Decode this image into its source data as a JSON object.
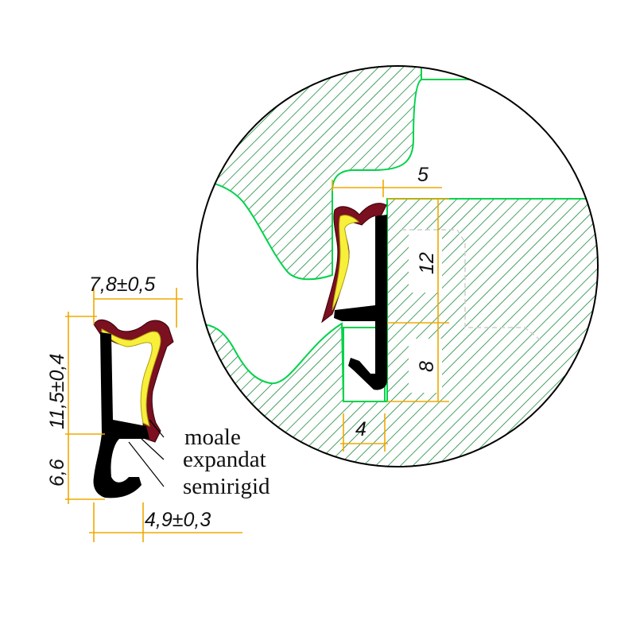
{
  "profile": {
    "dimensions": {
      "top_width": "7,8±0,5",
      "upper_height": "11,5±0,4",
      "lower_height": "6,6",
      "bottom_width": "4,9±0,3"
    },
    "material_labels": {
      "soft": "moale",
      "expanded": "expandat",
      "semirigid": "semirigid"
    }
  },
  "detail_view": {
    "dimensions": {
      "gap_width": "5",
      "upper_depth": "12",
      "lower_depth": "8",
      "groove_width": "4"
    }
  },
  "colors": {
    "hatch": "#1a8a3a",
    "outline": "#00d24a",
    "dimension_line": "#f0a800",
    "rigid_profile": "#000000",
    "soft_lip": "#7a1020",
    "foam_core": "#f7ef3a",
    "hidden_line": "#d8d8d8"
  }
}
